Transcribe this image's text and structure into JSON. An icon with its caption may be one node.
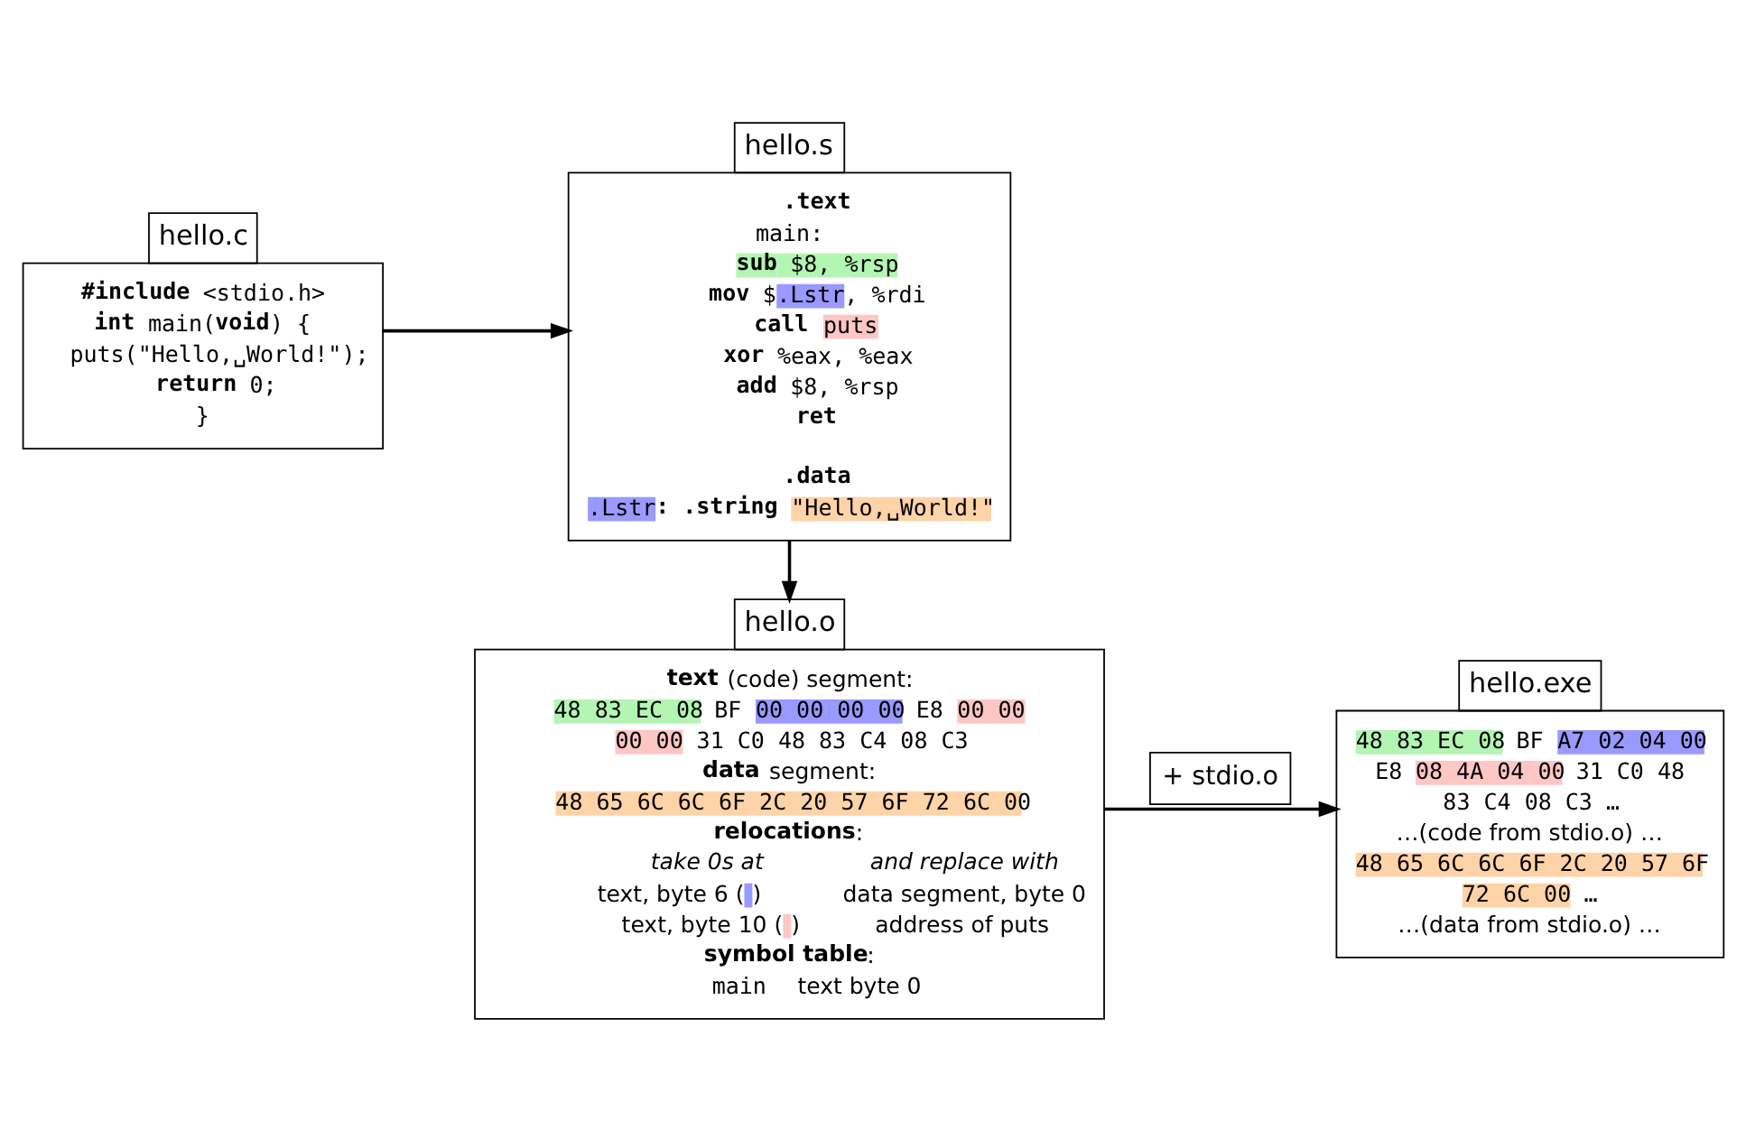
{
  "diagram": {
    "nodes": [
      {
        "text": [
          "hello.c",
          "#include <stdio.h>",
          "int main(void) {",
          "puts(\"Hello,␣World!\");",
          "return 0;",
          "}"
        ]
      },
      {
        "text": [
          "hello.s",
          ".text",
          "main:",
          "sub $8, %rsp",
          "mov $.Lstr, %rdi",
          "call puts",
          "xor %eax, %eax",
          "add $8, %rsp",
          "ret",
          ".data",
          ".Lstr: .string \"Hello,␣World!\""
        ]
      },
      {
        "text": [
          "hello.o",
          "text (code) segment:",
          "48 83 EC 08 BF 00 00 00 00 E8 00 00 00 00 31 C0 48 83 C4 08 C3",
          "data segment:",
          "48 65 6C 6C 6F 2C 20 57 6F 72 6C 00",
          "relocations:",
          "take 0s at",
          "and replace with",
          "text, byte 6 ( )",
          "data segment, byte 0",
          "text, byte 10 ( )",
          "address of puts",
          "symbol table:",
          "main",
          "text byte 0"
        ]
      },
      {
        "text": [
          "hello.exe",
          "48 83 EC 08 BF A7 02 04 00 E8 08 4A 04 00 31 C0 48 83 C4 08 C3 …",
          "…(code from stdio.o) …",
          "48 65 6C 6C 6F 2C 20 57 6F 72 6C 00 …",
          "…(data from stdio.o) …"
        ]
      }
    ],
    "edges": [
      {
        "from": 0,
        "to": 1,
        "arrow": "to"
      },
      {
        "from": 1,
        "to": 2,
        "arrow": "to"
      },
      {
        "from": 2,
        "to": 3,
        "arrow": "to",
        "label": "+ stdio.o"
      }
    ]
  }
}
